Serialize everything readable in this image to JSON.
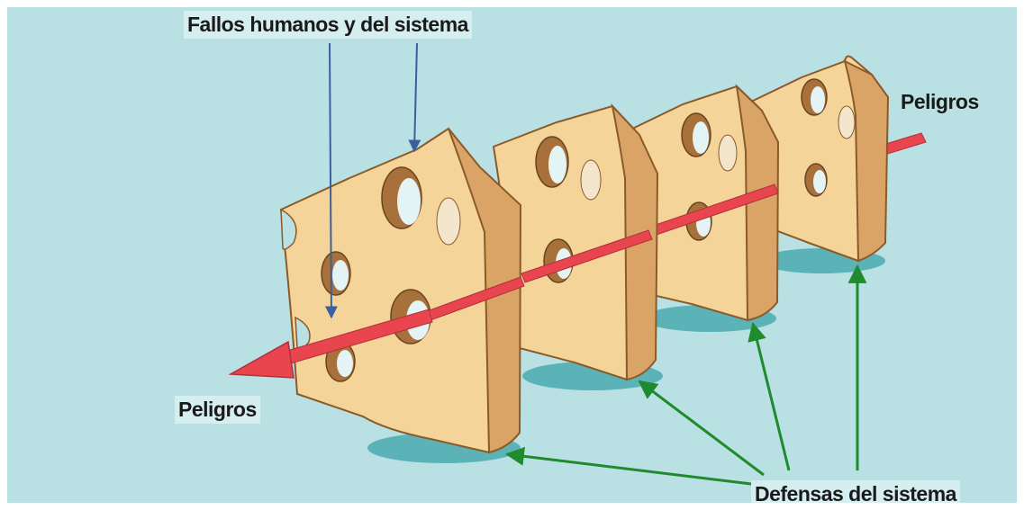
{
  "labels": {
    "human_system_failures": "Fallos humanos y del sistema",
    "hazards_in": "Peligros",
    "hazards_out": "Peligros",
    "system_defenses": "Defensas del sistema"
  },
  "colors": {
    "background": "#b9e0e3",
    "cheese_face": "#f5d49a",
    "cheese_side": "#d9a466",
    "hole": "#a8703a",
    "shadow": "#5bb3b8",
    "hazard_arrow": "#e8454f",
    "failure_arrows": "#3b5f9e",
    "defense_arrows": "#1f8a2e"
  }
}
